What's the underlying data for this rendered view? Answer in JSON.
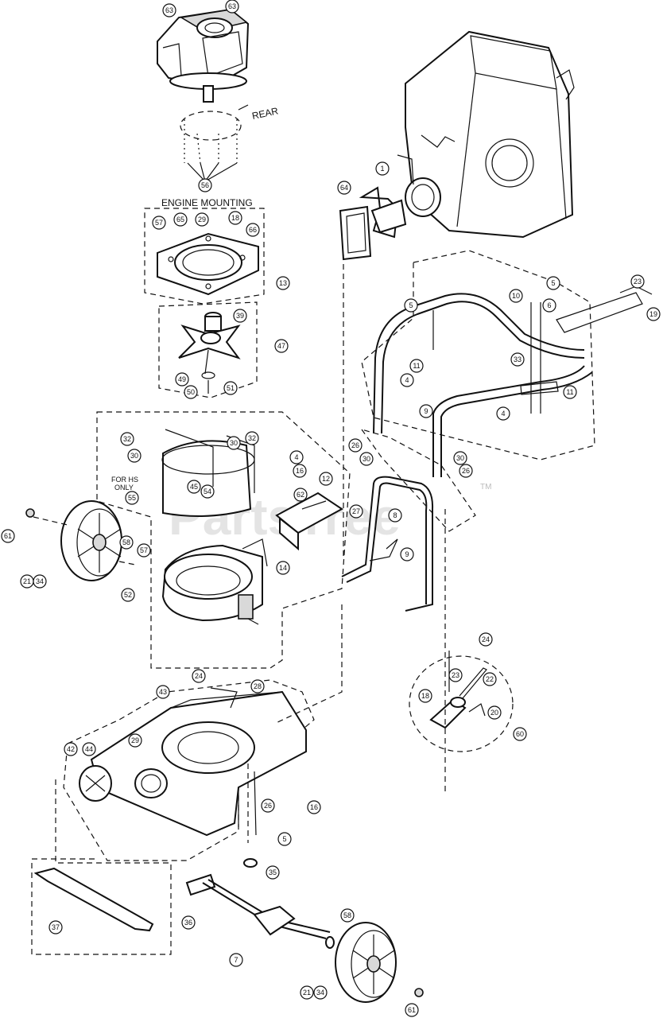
{
  "labels": {
    "engine_mounting": "ENGINE  MOUNTING",
    "rear": "REAR",
    "for_hs_only": "FOR HS\nONLY",
    "watermark": "PartsTree",
    "trademark": "TM"
  },
  "callouts": [
    {
      "n": "63"
    },
    {
      "n": "63"
    },
    {
      "n": "56"
    },
    {
      "n": "57"
    },
    {
      "n": "65"
    },
    {
      "n": "29"
    },
    {
      "n": "18"
    },
    {
      "n": "66"
    },
    {
      "n": "13"
    },
    {
      "n": "39"
    },
    {
      "n": "47"
    },
    {
      "n": "49"
    },
    {
      "n": "50"
    },
    {
      "n": "51"
    },
    {
      "n": "1"
    },
    {
      "n": "64"
    },
    {
      "n": "23"
    },
    {
      "n": "19"
    },
    {
      "n": "5"
    },
    {
      "n": "10"
    },
    {
      "n": "5"
    },
    {
      "n": "6"
    },
    {
      "n": "33"
    },
    {
      "n": "11"
    },
    {
      "n": "4"
    },
    {
      "n": "9"
    },
    {
      "n": "11"
    },
    {
      "n": "4"
    },
    {
      "n": "26"
    },
    {
      "n": "30"
    },
    {
      "n": "30"
    },
    {
      "n": "26"
    },
    {
      "n": "32"
    },
    {
      "n": "30"
    },
    {
      "n": "30"
    },
    {
      "n": "32"
    },
    {
      "n": "45"
    },
    {
      "n": "54"
    },
    {
      "n": "4"
    },
    {
      "n": "16"
    },
    {
      "n": "12"
    },
    {
      "n": "62"
    },
    {
      "n": "55"
    },
    {
      "n": "27"
    },
    {
      "n": "8"
    },
    {
      "n": "9"
    },
    {
      "n": "61"
    },
    {
      "n": "21"
    },
    {
      "n": "34"
    },
    {
      "n": "58"
    },
    {
      "n": "57"
    },
    {
      "n": "52"
    },
    {
      "n": "14"
    },
    {
      "n": "24"
    },
    {
      "n": "23"
    },
    {
      "n": "22"
    },
    {
      "n": "18"
    },
    {
      "n": "20"
    },
    {
      "n": "60"
    },
    {
      "n": "24"
    },
    {
      "n": "28"
    },
    {
      "n": "43"
    },
    {
      "n": "29"
    },
    {
      "n": "42"
    },
    {
      "n": "44"
    },
    {
      "n": "26"
    },
    {
      "n": "16"
    },
    {
      "n": "5"
    },
    {
      "n": "35"
    },
    {
      "n": "36"
    },
    {
      "n": "37"
    },
    {
      "n": "7"
    },
    {
      "n": "58"
    },
    {
      "n": "21"
    },
    {
      "n": "34"
    },
    {
      "n": "61"
    }
  ]
}
